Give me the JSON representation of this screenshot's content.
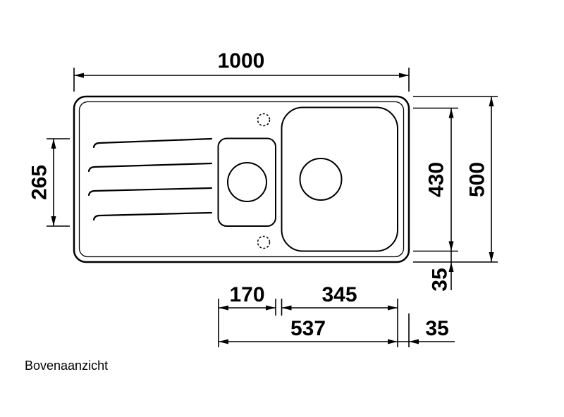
{
  "caption": "Bovenaanzicht",
  "dimensions": {
    "overall_width": "1000",
    "drainer_height": "265",
    "bowl_area_height": "430",
    "overall_height": "500",
    "small_bowl_width": "170",
    "large_bowl_width": "345",
    "bowls_total_width": "537",
    "bottom_edge_gap": "35",
    "right_edge_gap": "35"
  },
  "colors": {
    "line": "#000000",
    "background": "#ffffff"
  }
}
